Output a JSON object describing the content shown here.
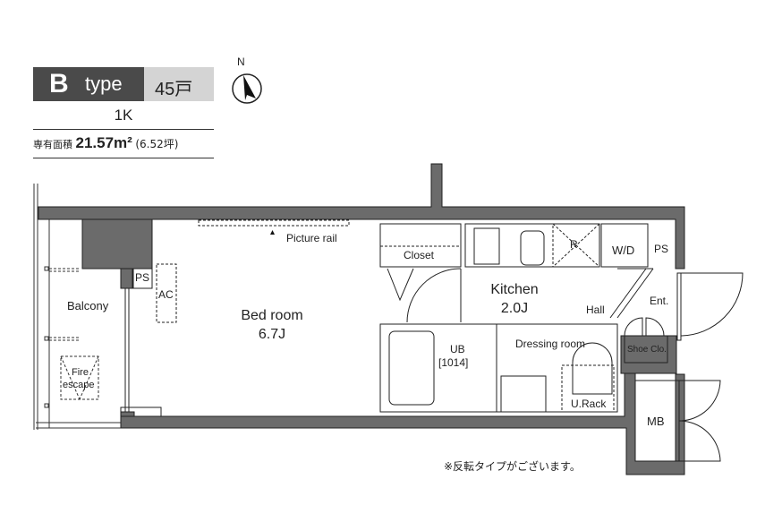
{
  "header": {
    "type_letter": "B",
    "type_word": "type",
    "units": "45戸",
    "layout": "1K",
    "area_label": "専有面積",
    "area_value": "21.57m²",
    "area_tsubo": "(6.52坪)"
  },
  "compass": {
    "label": "N"
  },
  "rooms": {
    "balcony": "Balcony",
    "fire_escape_1": "Fire",
    "fire_escape_2": "escape",
    "ps_left": "PS",
    "ac": "AC",
    "picture_rail": "Picture rail",
    "bedroom": "Bed room",
    "bedroom_size": "6.7J",
    "closet": "Closet",
    "refrigerator": "R",
    "wd": "W/D",
    "ps_right": "PS",
    "kitchen": "Kitchen",
    "kitchen_size": "2.0J",
    "hall": "Hall",
    "entrance": "Ent.",
    "unit_bath": "UB",
    "unit_bath_size": "[1014]",
    "dressing_room": "Dressing room",
    "shoe_closet": "Shoe Clo.",
    "u_rack": "U.Rack",
    "mb": "MB"
  },
  "note": "※反転タイプがございます。",
  "colors": {
    "wall": "#6b6b6b",
    "header_dark": "#4a4a4a",
    "header_light": "#d4d4d4"
  }
}
